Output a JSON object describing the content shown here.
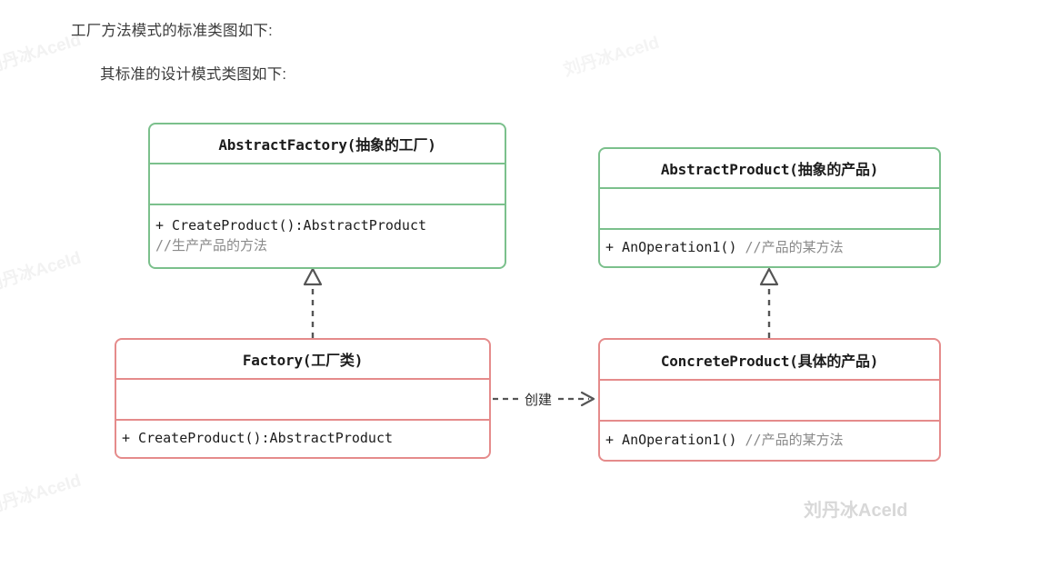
{
  "page": {
    "heading_1": "工厂方法模式的标准类图如下:",
    "heading_2": "其标准的设计模式类图如下:"
  },
  "watermarks": {
    "faint_text": "刘丹冰AceId",
    "solid_text": "刘丹冰AceId"
  },
  "colors": {
    "abstract_border": "#7bc08c",
    "concrete_border": "#e58b8b",
    "text": "#1c1c1c",
    "comment": "#8a8a8a",
    "connector": "#555555",
    "watermark_faint": "#f2f2f2",
    "watermark_solid": "#d8d8d8"
  },
  "diagram": {
    "type": "uml-class-diagram",
    "classes": [
      {
        "id": "abstract-factory",
        "title": "AbstractFactory(抽象的工厂)",
        "stereotype": "abstract",
        "border_color": "#7bc08c",
        "attributes": [],
        "methods": [
          {
            "signature": "+ CreateProduct():AbstractProduct",
            "comment": "//生产产品的方法"
          }
        ]
      },
      {
        "id": "abstract-product",
        "title": "AbstractProduct(抽象的产品)",
        "stereotype": "abstract",
        "border_color": "#7bc08c",
        "attributes": [],
        "methods": [
          {
            "signature": "+ AnOperation1()",
            "comment": "//产品的某方法"
          }
        ]
      },
      {
        "id": "factory",
        "title": "Factory(工厂类)",
        "stereotype": "concrete",
        "border_color": "#e58b8b",
        "attributes": [],
        "methods": [
          {
            "signature": "+ CreateProduct():AbstractProduct",
            "comment": ""
          }
        ]
      },
      {
        "id": "concrete-product",
        "title": "ConcreteProduct(具体的产品)",
        "stereotype": "concrete",
        "border_color": "#e58b8b",
        "attributes": [],
        "methods": [
          {
            "signature": "+ AnOperation1()",
            "comment": "//产品的某方法"
          }
        ]
      }
    ],
    "edges": [
      {
        "id": "factory-realizes-abstract-factory",
        "from": "factory",
        "to": "abstract-factory",
        "kind": "realization",
        "style": "dashed",
        "arrowhead": "hollow-triangle",
        "label": ""
      },
      {
        "id": "concrete-product-realizes-abstract-product",
        "from": "concrete-product",
        "to": "abstract-product",
        "kind": "realization",
        "style": "dashed",
        "arrowhead": "hollow-triangle",
        "label": ""
      },
      {
        "id": "factory-creates-concrete-product",
        "from": "factory",
        "to": "concrete-product",
        "kind": "dependency",
        "style": "dashed",
        "arrowhead": "open",
        "label": "创建"
      }
    ]
  }
}
